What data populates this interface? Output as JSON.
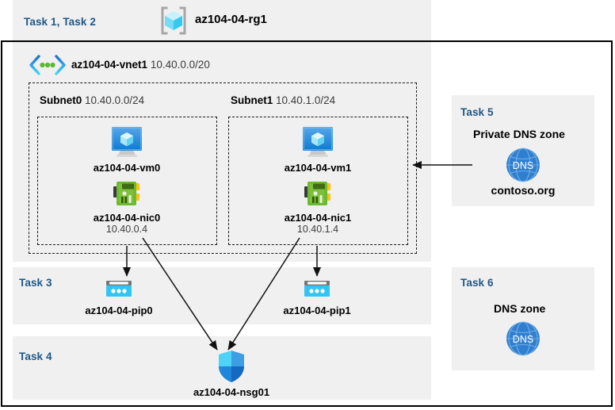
{
  "diagram": {
    "resource_group": {
      "task_label": "Task 1, Task 2",
      "name": "az104-04-rg1",
      "icon": "resource-group-icon"
    },
    "vnet": {
      "name": "az104-04-vnet1",
      "cidr": "10.40.0.0/20",
      "icon": "virtual-network-icon"
    },
    "subnets": [
      {
        "name": "Subnet0",
        "cidr": "10.40.0.0/24",
        "vm": {
          "name": "az104-04-vm0",
          "icon": "virtual-machine-icon"
        },
        "nic": {
          "name": "az104-04-nic0",
          "ip": "10.40.0.4",
          "icon": "network-interface-icon"
        }
      },
      {
        "name": "Subnet1",
        "cidr": "10.40.1.0/24",
        "vm": {
          "name": "az104-04-vm1",
          "icon": "virtual-machine-icon"
        },
        "nic": {
          "name": "az104-04-nic1",
          "ip": "10.40.1.4",
          "icon": "network-interface-icon"
        }
      }
    ],
    "task3": {
      "task_label": "Task 3",
      "public_ips": [
        {
          "name": "az104-04-pip0",
          "icon": "public-ip-address-icon"
        },
        {
          "name": "az104-04-pip1",
          "icon": "public-ip-address-icon"
        }
      ]
    },
    "task4": {
      "task_label": "Task 4",
      "nsg": {
        "name": "az104-04-nsg01",
        "icon": "network-security-group-icon"
      }
    },
    "task5": {
      "task_label": "Task 5",
      "title": "Private DNS zone",
      "zone": {
        "name": "contoso.org",
        "icon": "dns-zone-icon",
        "icon_text": "DNS"
      }
    },
    "task6": {
      "task_label": "Task 6",
      "title": "DNS zone",
      "zone": {
        "icon": "dns-zone-icon",
        "icon_text": "DNS"
      }
    },
    "colors": {
      "task_label": "#1f5785",
      "panel_bg": "#f0f0f0",
      "azure_blue": "#0078d4",
      "dns_blue": "#2f7fd1",
      "nic_green": "#6bb936",
      "pip_cyan": "#32c5f4",
      "cube_cyan": "#8fe3f5"
    }
  }
}
